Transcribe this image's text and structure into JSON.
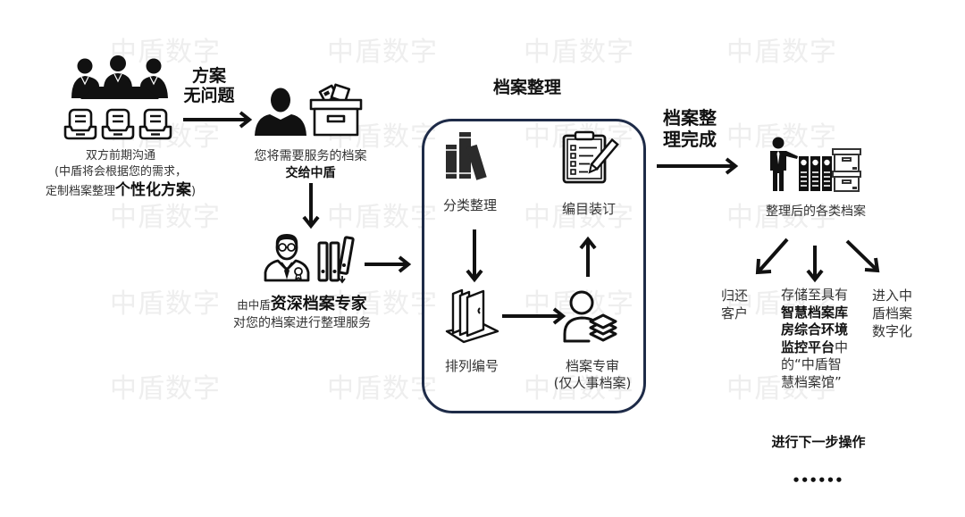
{
  "watermark_text": "中盾数字",
  "consultation": {
    "icons": [
      "meeting-icon",
      "inbox-tray-icon"
    ],
    "caption_line1": "双方前期沟通",
    "caption_line2": "(中盾将会根据您的需求，",
    "caption_line3_prefix": "定制档案整理",
    "caption_line3_emphasis": "个性化方案",
    "caption_line3_suffix": ")"
  },
  "plan_approved_label": {
    "line1": "方案",
    "line2": "无问题"
  },
  "handover": {
    "icons": [
      "person-silhouette-icon",
      "archive-box-icon"
    ],
    "caption_line1": "您将需要服务的档案",
    "caption_line2": "交给中盾"
  },
  "expert_service": {
    "icons": [
      "expert-icon",
      "binders-icon"
    ],
    "caption_line1_prefix": "由中盾",
    "caption_line1_emphasis": "资深档案专家",
    "caption_line2": "对您的档案进行整理服务"
  },
  "process_box": {
    "title": "档案整理",
    "border_color": "#1e2b48",
    "stages": [
      {
        "icon": "books-icon",
        "label": "分类整理"
      },
      {
        "icon": "doors-files-icon",
        "label": "排列编号"
      },
      {
        "icon": "person-layers-icon",
        "label": "档案专审",
        "note": "(仅人事档案)"
      },
      {
        "icon": "clipboard-checklist-icon",
        "label": "编目装订"
      }
    ]
  },
  "completion_label": {
    "line1": "档案整",
    "line2": "理完成"
  },
  "result": {
    "icon": "archivist-with-files-icon",
    "caption": "整理后的各类档案"
  },
  "outcomes": [
    {
      "lines": [
        "归还",
        "客户"
      ]
    },
    {
      "line1": "存储至具有",
      "line2_bold": "智慧档案库",
      "line3_bold": "房综合环境",
      "line4_bold": "监控平台",
      "line4_end": "中",
      "line5": "的“中盾智",
      "line6": "慧档案馆”"
    },
    {
      "lines": [
        "进入中",
        "盾档案",
        "数字化"
      ]
    }
  ],
  "next_step": {
    "label": "进行下一步操作",
    "ellipsis": "••••••"
  }
}
